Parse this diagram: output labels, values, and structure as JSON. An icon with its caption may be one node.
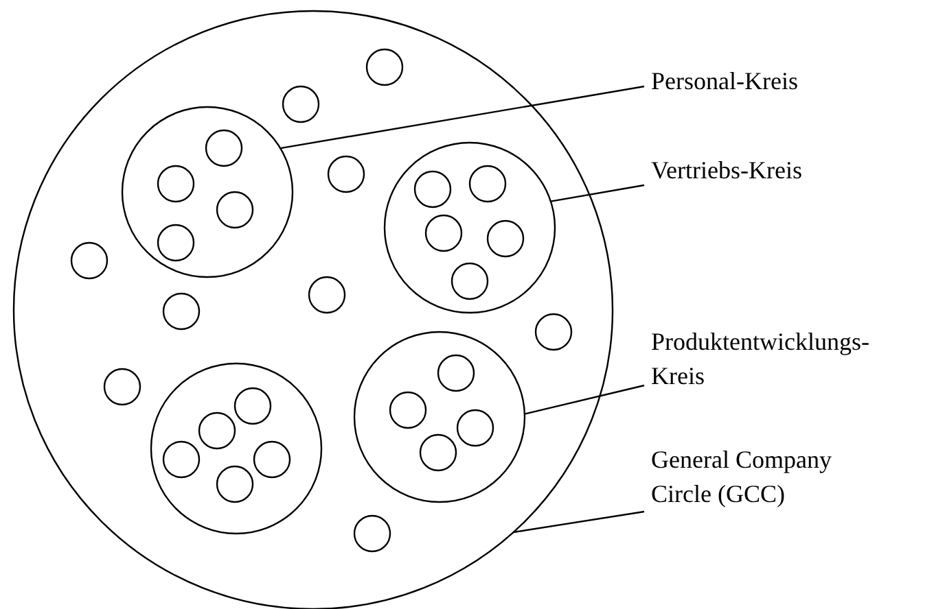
{
  "diagram": {
    "nodes": [
      {
        "text": [],
        "shape": "circle"
      },
      {
        "text": [],
        "shape": "circle",
        "in": 0
      },
      {
        "text": [],
        "shape": "circle",
        "in": 0
      },
      {
        "text": [],
        "shape": "circle",
        "in": 0
      },
      {
        "text": [],
        "shape": "circle",
        "in": 3
      },
      {
        "text": [],
        "shape": "circle",
        "in": 3
      },
      {
        "text": [],
        "shape": "circle",
        "in": 3
      },
      {
        "text": [],
        "shape": "circle",
        "in": 3
      },
      {
        "text": [],
        "shape": "circle",
        "in": 0
      },
      {
        "text": [],
        "shape": "circle",
        "in": 0
      },
      {
        "text": [],
        "shape": "circle",
        "in": 9
      },
      {
        "text": [],
        "shape": "circle",
        "in": 9
      },
      {
        "text": [],
        "shape": "circle",
        "in": 9
      },
      {
        "text": [],
        "shape": "circle",
        "in": 9
      },
      {
        "text": [],
        "shape": "circle",
        "in": 9
      },
      {
        "text": [],
        "shape": "circle",
        "in": 0
      },
      {
        "text": [],
        "shape": "circle",
        "in": 0
      },
      {
        "text": [],
        "shape": "circle",
        "in": 0
      },
      {
        "text": [],
        "shape": "circle",
        "in": 0
      },
      {
        "text": [],
        "shape": "circle",
        "in": 0
      },
      {
        "text": [],
        "shape": "circle",
        "in": 0
      },
      {
        "text": [],
        "shape": "circle",
        "in": 20
      },
      {
        "text": [],
        "shape": "circle",
        "in": 20
      },
      {
        "text": [],
        "shape": "circle",
        "in": 20
      },
      {
        "text": [],
        "shape": "circle",
        "in": 20
      },
      {
        "text": [],
        "shape": "circle",
        "in": 0
      },
      {
        "text": [],
        "shape": "circle",
        "in": 25
      },
      {
        "text": [],
        "shape": "circle",
        "in": 25
      },
      {
        "text": [],
        "shape": "circle",
        "in": 25
      },
      {
        "text": [],
        "shape": "circle",
        "in": 25
      },
      {
        "text": [],
        "shape": "circle",
        "in": 25
      },
      {
        "text": [],
        "shape": "circle",
        "in": 0
      },
      {
        "text": [
          "Personal-Kreis"
        ]
      },
      {
        "text": [
          "Vertriebs-Kreis"
        ]
      },
      {
        "text": [
          "Produktentwicklungs-Kreis"
        ]
      },
      {
        "text": [
          "General Company Circle (GCC)"
        ]
      }
    ],
    "edges": [
      {
        "from": 32,
        "to": 3,
        "arrow": "none"
      },
      {
        "from": 33,
        "to": 9,
        "arrow": "none"
      },
      {
        "from": 34,
        "to": 20,
        "arrow": "none"
      },
      {
        "from": 35,
        "to": 0,
        "arrow": "none"
      }
    ]
  }
}
